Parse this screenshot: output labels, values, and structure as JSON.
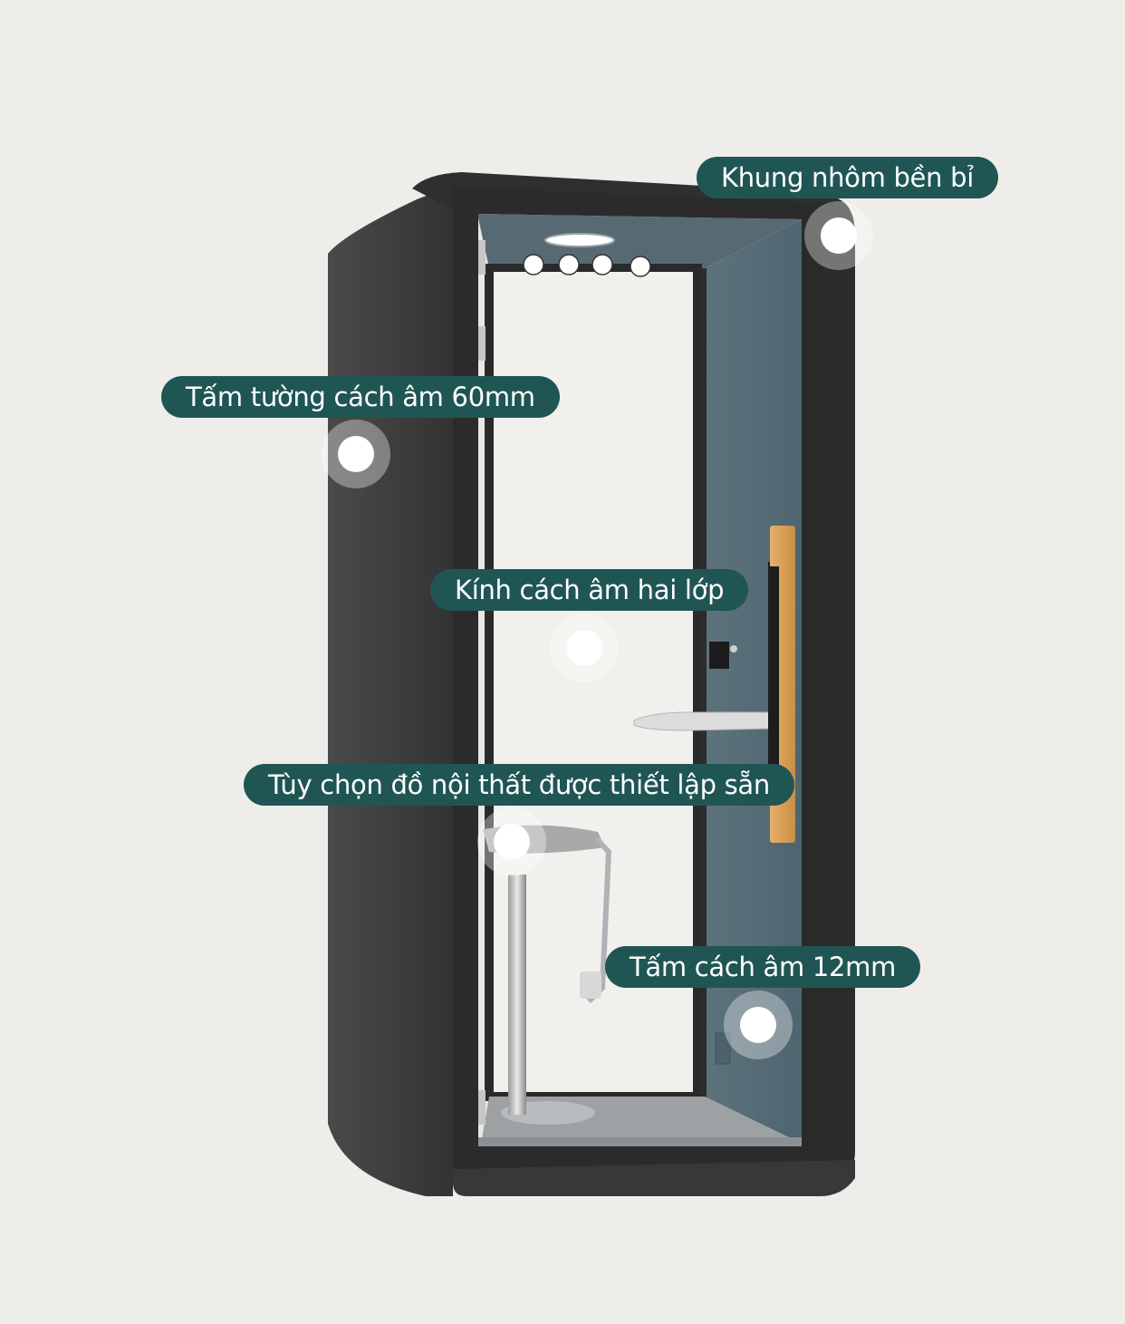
{
  "colors": {
    "background": "#eeede9",
    "label_bg": "#1f5654",
    "frame": "#3a3a3a",
    "felt": "#5a6f78",
    "handle": "#d9a15a"
  },
  "image": {
    "subject": "phone-booth-product-render"
  },
  "callouts": [
    {
      "id": "frame",
      "label": "Khung nhôm bền bỉ"
    },
    {
      "id": "wall",
      "label": "Tấm tường cách âm 60mm"
    },
    {
      "id": "glass",
      "label": "Kính cách âm hai lớp"
    },
    {
      "id": "furniture",
      "label": "Tùy chọn đồ nội thất được thiết lập sẵn"
    },
    {
      "id": "panel",
      "label": "Tấm cách âm 12mm"
    }
  ]
}
